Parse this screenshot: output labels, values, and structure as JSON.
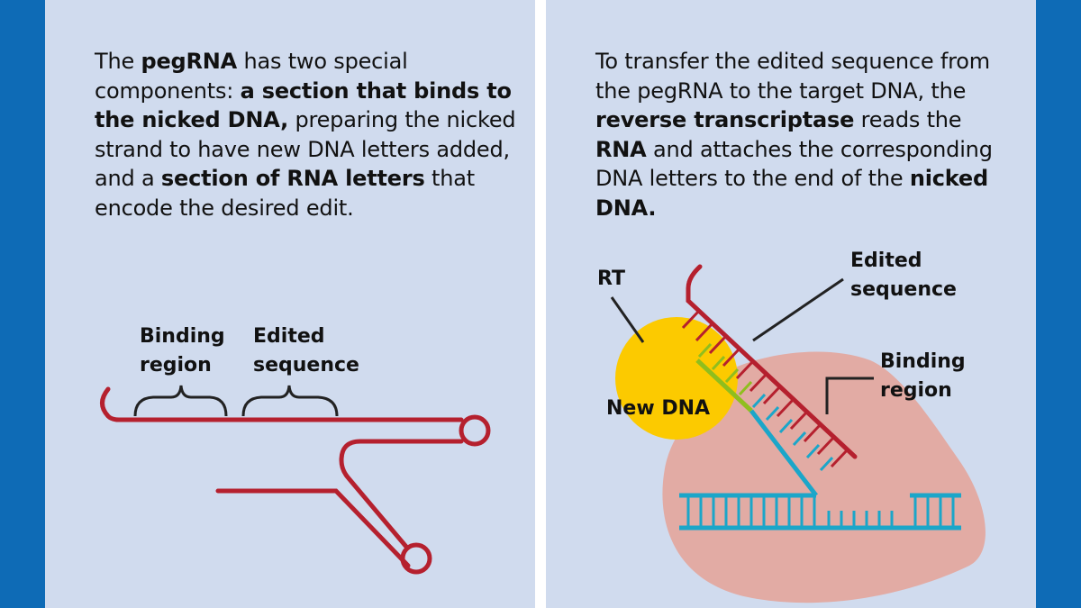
{
  "colors": {
    "side_bar": "#0e6bb6",
    "panel_bg": "#d0dbee",
    "rna_strand": "#b5202e",
    "new_dna": "#8fbe1e",
    "dna": "#1ba6c9",
    "rt_enzyme": "#fcca00",
    "cas9_body": "#e2aba4",
    "brace": "#222222"
  },
  "left_panel": {
    "paragraph": [
      {
        "text": "The ",
        "bold": false
      },
      {
        "text": "pegRNA",
        "bold": true
      },
      {
        "text": " has two special components: ",
        "bold": false
      },
      {
        "text": "a section that binds to the nicked DNA,",
        "bold": true
      },
      {
        "text": " preparing the nicked strand to have new DNA letters added, and a ",
        "bold": false
      },
      {
        "text": "section of RNA letters",
        "bold": true
      },
      {
        "text": " that encode the desired edit.",
        "bold": false
      }
    ],
    "diagram": {
      "binding_label": [
        "Binding",
        "region"
      ],
      "edited_label": [
        "Edited",
        "sequence"
      ]
    }
  },
  "right_panel": {
    "paragraph": [
      {
        "text": "To transfer the edited sequence from the pegRNA to the target DNA, the ",
        "bold": false
      },
      {
        "text": "reverse transcriptase",
        "bold": true
      },
      {
        "text": " reads the ",
        "bold": false
      },
      {
        "text": "RNA",
        "bold": true
      },
      {
        "text": " and attaches the corresponding DNA letters to the end of the ",
        "bold": false
      },
      {
        "text": "nicked DNA.",
        "bold": true
      }
    ],
    "diagram": {
      "rt_label": "RT",
      "edited_label": [
        "Edited",
        "sequence"
      ],
      "binding_label": [
        "Binding",
        "region"
      ],
      "new_dna_label": "New DNA"
    }
  }
}
